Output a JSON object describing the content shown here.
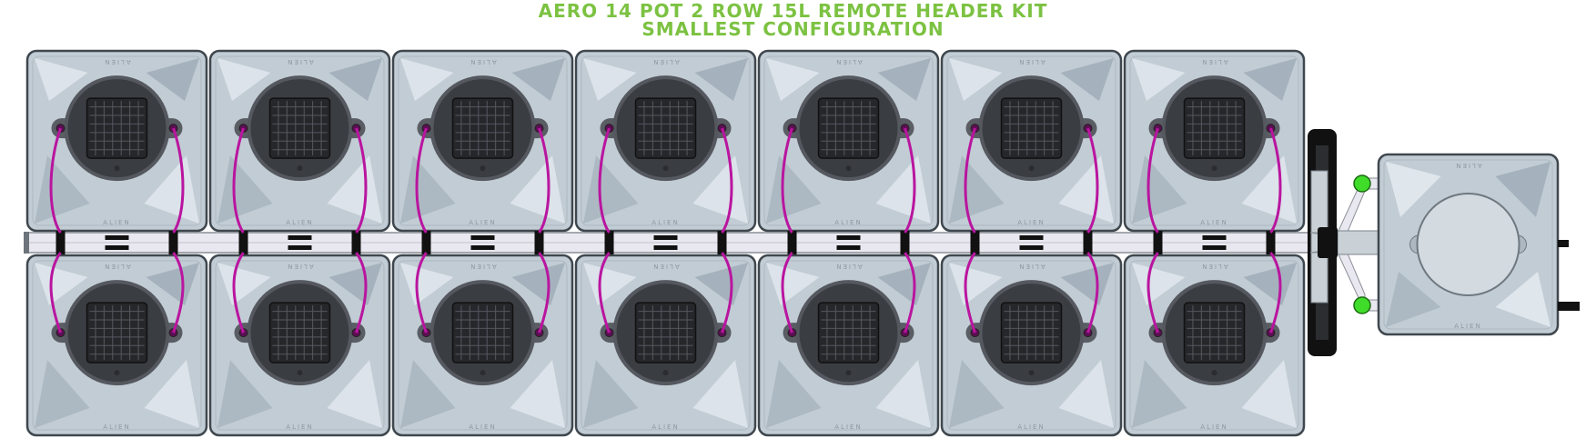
{
  "title": {
    "line1": "AERO 14 POT 2 ROW 15L REMOTE HEADER KIT",
    "line2": "SMALLEST CONFIGURATION"
  },
  "brand_mark": "ALIEN",
  "layout": {
    "pot_rows": 2,
    "pots_per_row": 7,
    "pot_volume": "15L"
  },
  "colors": {
    "title_green": "#7cc242",
    "pot_body": "#c2ccd4",
    "pot_edge": "#3f474e",
    "pot_facet_light": "#dfe6ec",
    "pot_facet_dark": "#9eabb6",
    "lid_dark": "#3a3d42",
    "basket": "#25272b",
    "hose_magenta": "#b9159f",
    "manifold_white": "#e9e7ef",
    "connector_black": "#111111",
    "fitting_green": "#3fdc2a",
    "pipe_grey": "#c9d1d6",
    "header_lid": "#d3dbe1"
  }
}
